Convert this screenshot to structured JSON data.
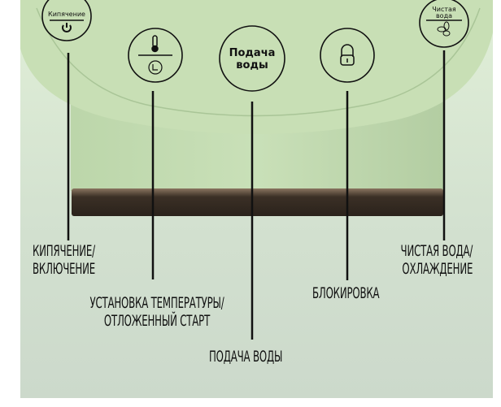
{
  "buttons": {
    "boil": {
      "label": "Кипячение",
      "icon": "power-icon"
    },
    "temperature": {
      "icon": "thermometer-icon",
      "icon2": "clock-icon"
    },
    "water": {
      "line1": "Подача",
      "line2": "воды"
    },
    "lock": {
      "icon": "lock-icon"
    },
    "clean": {
      "line1": "Чистая",
      "line2": "вода",
      "icon": "fan-icon"
    }
  },
  "callouts": {
    "boil": {
      "line1": "КИПЯЧЕНИЕ/",
      "line2": "ВКЛЮЧЕНИЕ"
    },
    "temperature": {
      "line1": "УСТАНОВКА ТЕМПЕРАТУРЫ/",
      "line2": "ОТЛОЖЕННЫЙ СТАРТ"
    },
    "water": {
      "line1": "ПОДАЧА ВОДЫ"
    },
    "lock": {
      "line1": "БЛОКИРОВКА"
    },
    "clean": {
      "line1": "ЧИСТАЯ ВОДА/",
      "line2": "ОХЛАЖДЕНИЕ"
    }
  },
  "colors": {
    "body": "#c6ddb3",
    "bronze": "#5a4a3a",
    "line": "#111111"
  }
}
